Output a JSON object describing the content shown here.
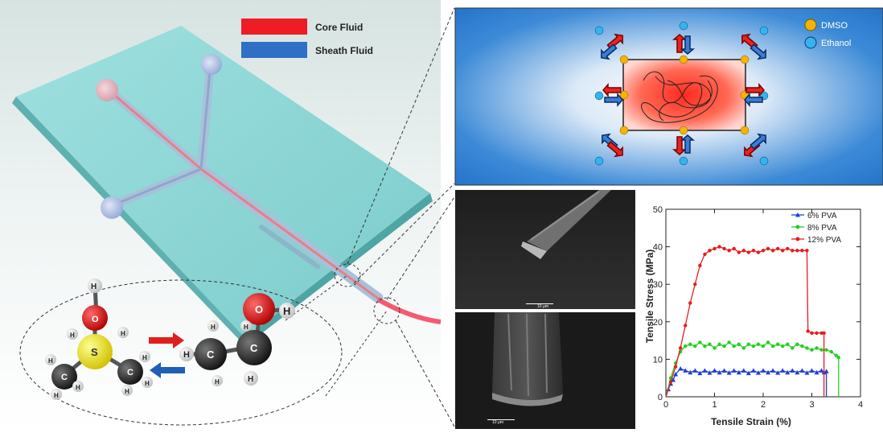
{
  "left_panel": {
    "legend": [
      {
        "label": "Core Fluid",
        "color": "#ee1c24"
      },
      {
        "label": "Sheath Fluid",
        "color": "#2f6fc6"
      }
    ],
    "atoms": {
      "sulfur": "S",
      "oxygen": "O",
      "hydrogen": "H",
      "carbon": "C"
    }
  },
  "diffusion_panel": {
    "legend": [
      {
        "label": "DMSO",
        "color": "#f5b400"
      },
      {
        "label": "Ethanol",
        "color": "#33b4f0"
      }
    ]
  },
  "sem_images": {
    "top_scale": "10 μm",
    "bottom_scale": "10 μm"
  },
  "chart_data": {
    "type": "line",
    "xlabel": "Tensile Strain (%)",
    "ylabel": "Tensile Stress (MPa)",
    "xlim": [
      0,
      4
    ],
    "ylim": [
      0,
      50
    ],
    "x_ticks": [
      "0",
      "1",
      "2",
      "3",
      "4"
    ],
    "y_ticks": [
      "0",
      "10",
      "20",
      "30",
      "40",
      "50"
    ],
    "legend_position": "top-right",
    "series": [
      {
        "name": "6% PVA",
        "color": "#1f3fd6",
        "marker": "triangle",
        "points": [
          [
            0,
            0
          ],
          [
            0.05,
            2
          ],
          [
            0.1,
            3.5
          ],
          [
            0.15,
            4.5
          ],
          [
            0.2,
            6
          ],
          [
            0.3,
            7.5
          ],
          [
            0.4,
            7
          ],
          [
            0.5,
            6.5
          ],
          [
            0.6,
            7
          ],
          [
            0.7,
            6.3
          ],
          [
            0.8,
            7
          ],
          [
            0.9,
            6.4
          ],
          [
            1.0,
            7
          ],
          [
            1.1,
            6.5
          ],
          [
            1.2,
            7
          ],
          [
            1.3,
            6.4
          ],
          [
            1.4,
            7
          ],
          [
            1.5,
            6.5
          ],
          [
            1.6,
            7
          ],
          [
            1.7,
            6.3
          ],
          [
            1.8,
            7
          ],
          [
            1.9,
            6.4
          ],
          [
            2.0,
            7
          ],
          [
            2.1,
            6.5
          ],
          [
            2.2,
            7
          ],
          [
            2.3,
            6.4
          ],
          [
            2.4,
            7
          ],
          [
            2.5,
            6.5
          ],
          [
            2.6,
            7
          ],
          [
            2.7,
            6.5
          ],
          [
            2.8,
            7
          ],
          [
            2.9,
            6.4
          ],
          [
            3.0,
            7
          ],
          [
            3.1,
            6.5
          ],
          [
            3.2,
            7
          ],
          [
            3.25,
            6.5
          ],
          [
            3.3,
            6.8
          ],
          [
            3.3,
            0
          ]
        ]
      },
      {
        "name": "8% PVA",
        "color": "#22d022",
        "marker": "circle",
        "points": [
          [
            0,
            0
          ],
          [
            0.1,
            5
          ],
          [
            0.2,
            9
          ],
          [
            0.3,
            12
          ],
          [
            0.4,
            13.5
          ],
          [
            0.5,
            14
          ],
          [
            0.6,
            13.5
          ],
          [
            0.7,
            14.5
          ],
          [
            0.8,
            13.5
          ],
          [
            0.9,
            14
          ],
          [
            1.0,
            13
          ],
          [
            1.1,
            14
          ],
          [
            1.2,
            13.5
          ],
          [
            1.3,
            14.5
          ],
          [
            1.4,
            13.5
          ],
          [
            1.5,
            14
          ],
          [
            1.6,
            13
          ],
          [
            1.7,
            14
          ],
          [
            1.8,
            13.5
          ],
          [
            1.9,
            14
          ],
          [
            2.0,
            13.5
          ],
          [
            2.1,
            14.5
          ],
          [
            2.2,
            13.5
          ],
          [
            2.3,
            14
          ],
          [
            2.4,
            13.5
          ],
          [
            2.5,
            14
          ],
          [
            2.6,
            13
          ],
          [
            2.7,
            14
          ],
          [
            2.8,
            13.5
          ],
          [
            2.9,
            13
          ],
          [
            3.0,
            12.5
          ],
          [
            3.1,
            13
          ],
          [
            3.2,
            12.5
          ],
          [
            3.3,
            12.5
          ],
          [
            3.4,
            12
          ],
          [
            3.5,
            11
          ],
          [
            3.55,
            10.5
          ],
          [
            3.55,
            0
          ]
        ]
      },
      {
        "name": "12% PVA",
        "color": "#e81c1c",
        "marker": "circle",
        "points": [
          [
            0,
            0
          ],
          [
            0.1,
            4
          ],
          [
            0.2,
            8
          ],
          [
            0.3,
            13
          ],
          [
            0.4,
            19
          ],
          [
            0.5,
            25
          ],
          [
            0.6,
            30
          ],
          [
            0.7,
            35
          ],
          [
            0.8,
            38
          ],
          [
            0.9,
            39
          ],
          [
            1.0,
            39.5
          ],
          [
            1.1,
            40
          ],
          [
            1.2,
            39.5
          ],
          [
            1.3,
            39
          ],
          [
            1.4,
            39.5
          ],
          [
            1.5,
            38.5
          ],
          [
            1.6,
            39
          ],
          [
            1.7,
            38.5
          ],
          [
            1.8,
            39
          ],
          [
            1.9,
            38.5
          ],
          [
            2.0,
            39
          ],
          [
            2.1,
            39.5
          ],
          [
            2.2,
            39
          ],
          [
            2.3,
            39.5
          ],
          [
            2.4,
            39
          ],
          [
            2.5,
            39.5
          ],
          [
            2.6,
            39
          ],
          [
            2.7,
            39
          ],
          [
            2.8,
            39
          ],
          [
            2.9,
            39
          ],
          [
            2.92,
            17.5
          ],
          [
            3.0,
            17
          ],
          [
            3.1,
            17
          ],
          [
            3.2,
            17
          ],
          [
            3.25,
            17
          ],
          [
            3.25,
            0
          ]
        ]
      }
    ]
  }
}
